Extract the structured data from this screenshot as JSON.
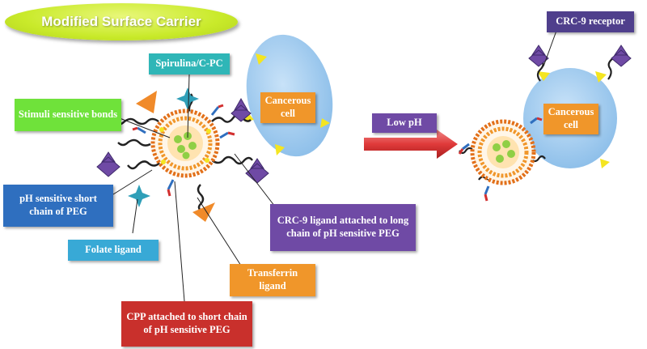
{
  "title": "Modified Surface Carrier",
  "labels": {
    "spirulina": "Spirulina/C-PC",
    "stimuli": "Stimuli sensitive bonds",
    "ph_peg": "pH sensitive short chain of PEG",
    "folate": "Folate ligand",
    "cpp": "CPP attached to short chain of pH sensitive PEG",
    "transferrin": "Transferrin ligand",
    "crc9_ligand": "CRC-9 ligand attached to long chain of pH sensitive PEG",
    "cancer_left": "Cancerous cell",
    "cancer_right": "Cancerous cell",
    "low_ph": "Low pH",
    "receptor": "CRC-9 receptor"
  },
  "colors": {
    "title_fill": "#c9ea2a",
    "cell": "#a9d0f2",
    "core": "#8fcf45",
    "shell": "#f07c1c",
    "arrow": "#d64040",
    "ligand_purple": "#6f4aa5",
    "folate_teal": "#2f9fb8",
    "transferrin_orange": "#f08a2a",
    "receptor_yellow": "#f4e521"
  }
}
